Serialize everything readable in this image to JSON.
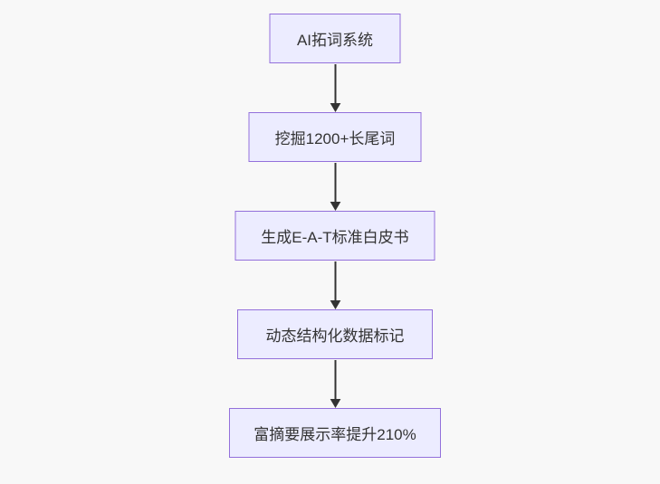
{
  "diagram": {
    "type": "flowchart",
    "direction": "top-down",
    "nodes": [
      {
        "id": "A",
        "label": "AI拓词系统"
      },
      {
        "id": "B",
        "label": "挖掘1200+长尾词"
      },
      {
        "id": "C",
        "label": "生成E-A-T标准白皮书"
      },
      {
        "id": "D",
        "label": "动态结构化数据标记"
      },
      {
        "id": "E",
        "label": "富摘要展示率提升210%"
      }
    ],
    "edges": [
      {
        "from": "A",
        "to": "B"
      },
      {
        "from": "B",
        "to": "C"
      },
      {
        "from": "C",
        "to": "D"
      },
      {
        "from": "D",
        "to": "E"
      }
    ],
    "colors": {
      "background": "#f8f8f8",
      "node_fill": "#ececff",
      "node_border": "#9370db",
      "arrow": "#333333",
      "text": "#333333"
    }
  }
}
